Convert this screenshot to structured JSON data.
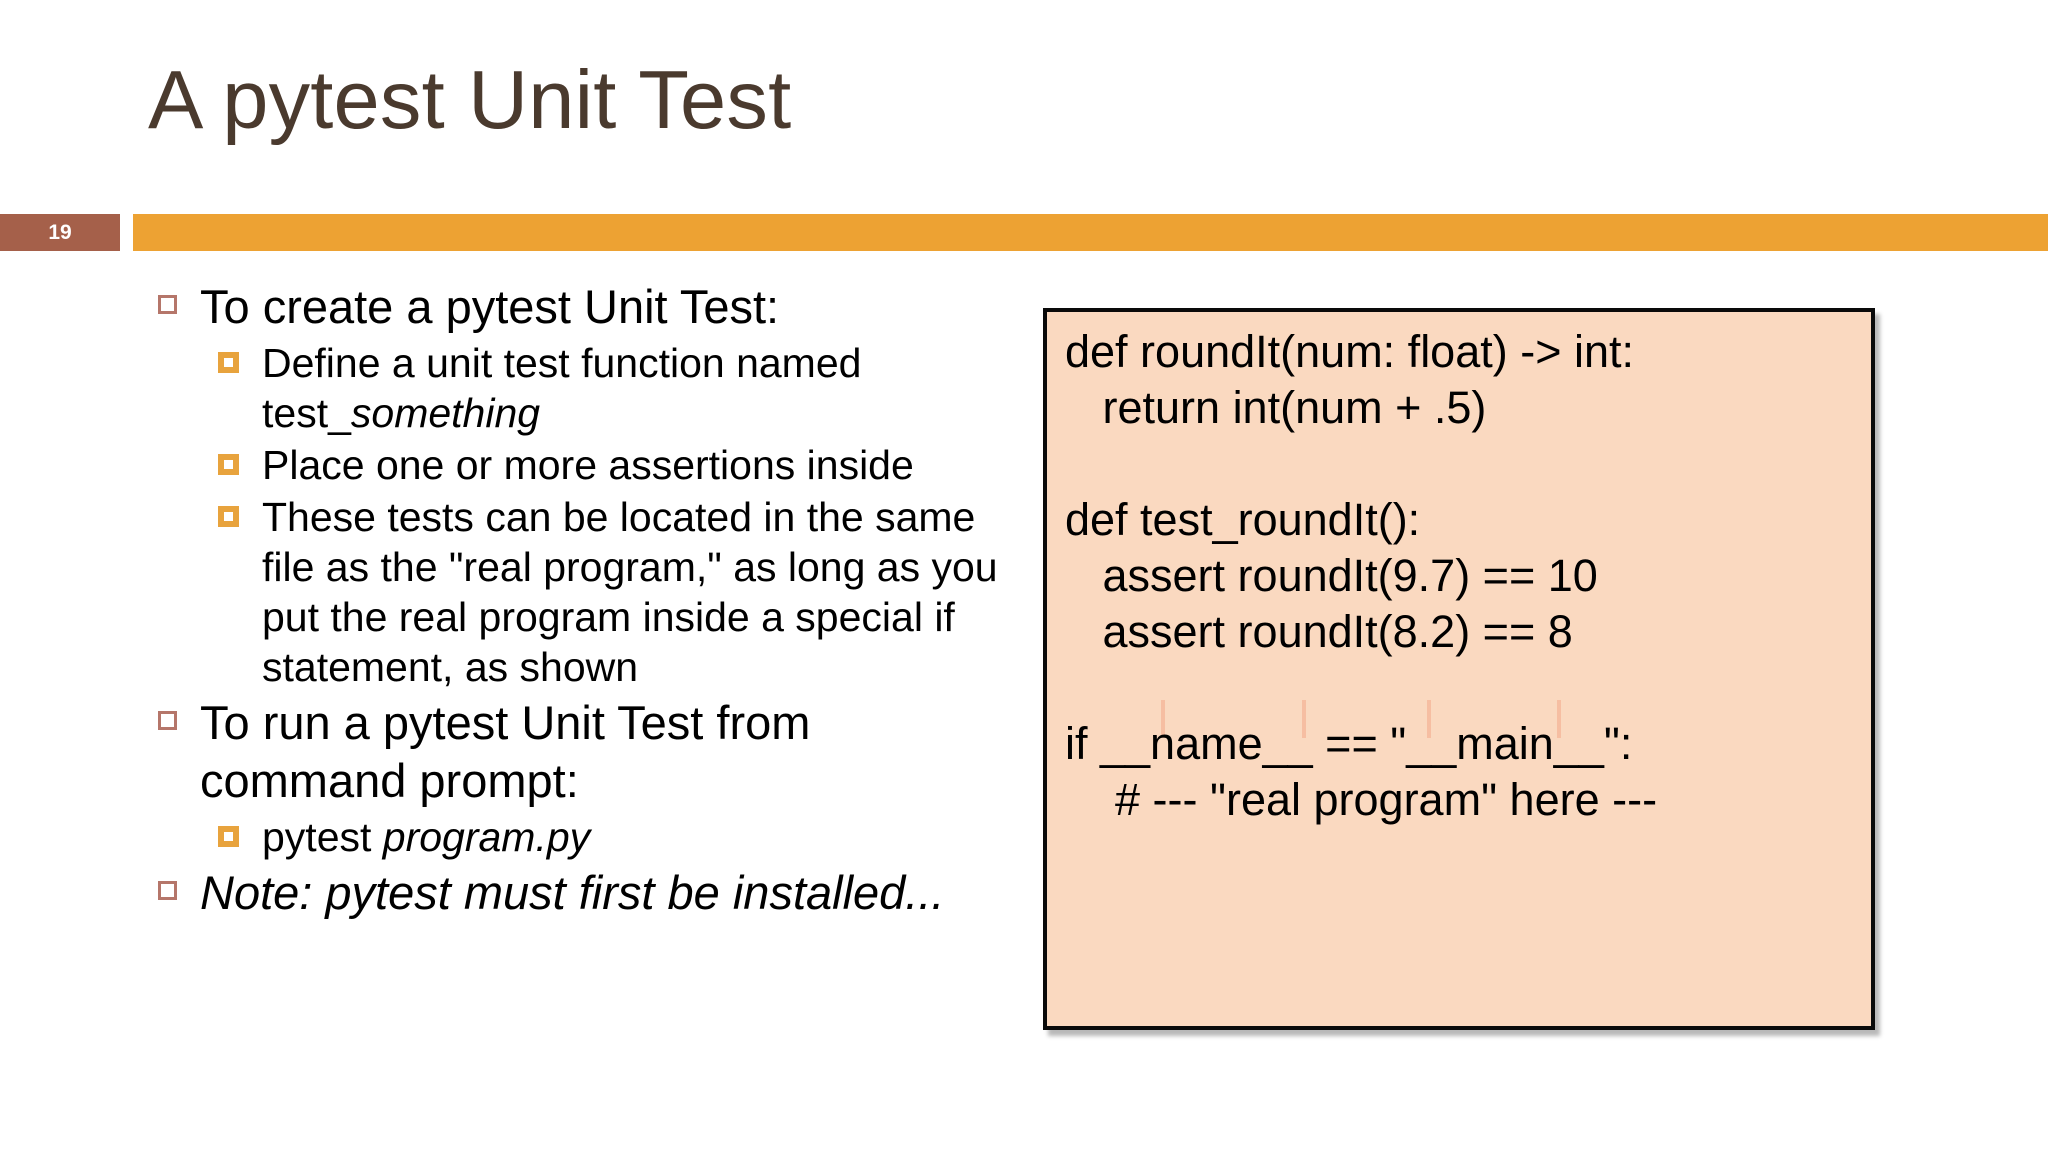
{
  "slide": {
    "number": "19",
    "title": "A pytest Unit Test",
    "accent_color": "#eda233",
    "number_box_color": "#a5604a",
    "title_color": "#4a3a2e",
    "level1_marker_color": "#b5766a",
    "level2_marker_color": "#e8a33d",
    "code_box_fill": "#fad9c0",
    "code_box_border": "#0a0a0a"
  },
  "bullets": [
    {
      "level": 1,
      "segments": [
        {
          "text": "To create a pytest Unit Test:",
          "italic": false
        }
      ]
    },
    {
      "level": 2,
      "segments": [
        {
          "text": "Define a unit test function named test_",
          "italic": false
        },
        {
          "text": "something",
          "italic": true
        }
      ]
    },
    {
      "level": 2,
      "segments": [
        {
          "text": "Place one or more assertions inside",
          "italic": false
        }
      ]
    },
    {
      "level": 2,
      "segments": [
        {
          "text": "These tests can be located in the same file as the \"real program,\" as long as you put the real program inside a special if statement, as shown",
          "italic": false
        }
      ]
    },
    {
      "level": 1,
      "segments": [
        {
          "text": "To run a pytest Unit Test from command prompt:",
          "italic": false
        }
      ]
    },
    {
      "level": 2,
      "segments": [
        {
          "text": "pytest ",
          "italic": false
        },
        {
          "text": "program.py",
          "italic": true
        }
      ]
    },
    {
      "level": 1,
      "segments": [
        {
          "text": "Note: pytest must first be installed...",
          "italic": true
        }
      ]
    }
  ],
  "code_block": {
    "language": "python",
    "lines": [
      "def roundIt(num: float) -> int:",
      "   return int(num + .5)",
      "",
      "def test_roundIt():",
      "   assert roundIt(9.7) == 10",
      "   assert roundIt(8.2) == 8",
      "",
      "if __name__ == \"__main__\":",
      "    # --- \"real program\" here ---"
    ]
  }
}
